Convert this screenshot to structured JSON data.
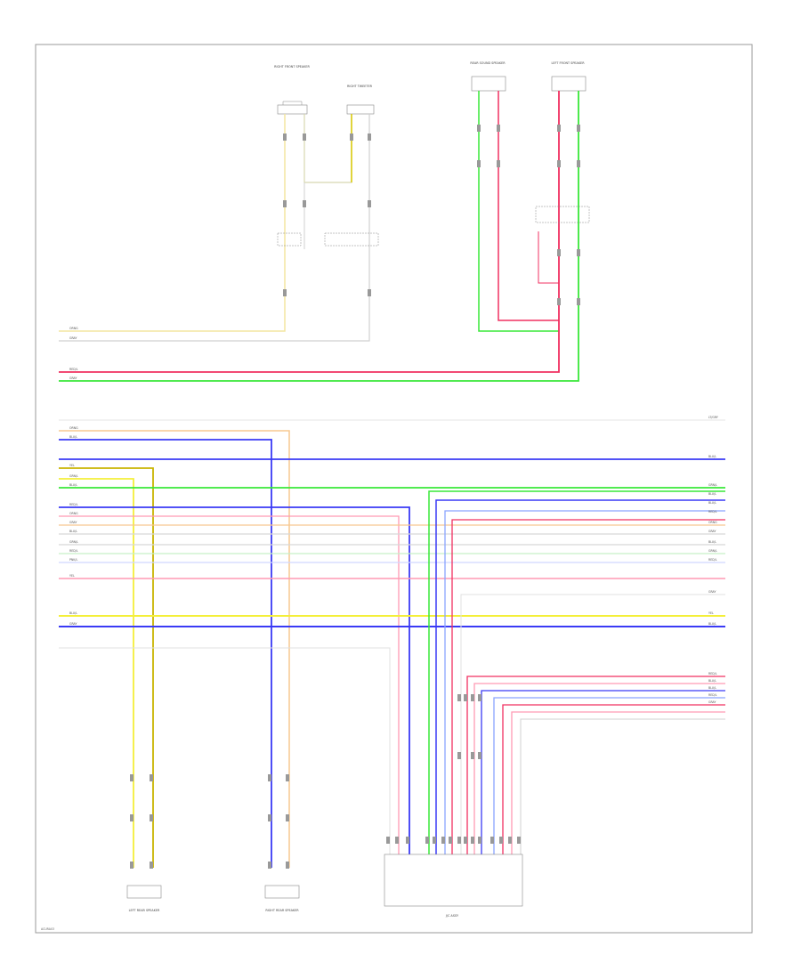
{
  "colors": {
    "frame": "#9a9a9a",
    "yellow": "#f4ef3a",
    "yellow_dark": "#c9b400",
    "blue": "#3a3af5",
    "light_blue": "#8aa4ff",
    "green": "#38e838",
    "red": "#f03060",
    "pink": "#ff9ab4",
    "orange": "#f7c890",
    "gray": "#d8d8d8",
    "magenta": "#d070e8"
  },
  "components": {
    "right_front_top": "RIGHT FRONT SPEAKER",
    "right_front_tweeter": "RIGHT TWEETER",
    "rear_sound_speaker": "REAR SOUND SPEAKER",
    "left_front_top": "LEFT FRONT SPEAKER",
    "left_rear": "LEFT REAR SPEAKER",
    "right_rear": "RIGHT REAR SPEAKER",
    "bottom_connector": "J/C ASSY"
  },
  "wire_labels": {
    "left": [
      "ORNG",
      "GRAY",
      "RED/L",
      "GRAY",
      "ORNG",
      "BLU/L",
      "YEL",
      "GRN/L",
      "BLU/L",
      "RED/L",
      "ORNG",
      "GRAY",
      "BLU/L",
      "GRN/L",
      "RED/L",
      "PNK/L",
      "YEL",
      "BLU/L",
      "GRAY"
    ],
    "right": [
      "LT/GRY",
      "BLU/L",
      "GRN/L",
      "BLU/L",
      "BLU/L",
      "RED/L",
      "ORNG",
      "GRAY",
      "BLU/L",
      "GRN/L",
      "RED/L",
      "GRAY",
      "YEL",
      "BLU/L",
      "RED/L",
      "BLU/L",
      "BLU/L",
      "RED/L",
      "GRAY"
    ]
  },
  "footer_code": "ACURA03"
}
